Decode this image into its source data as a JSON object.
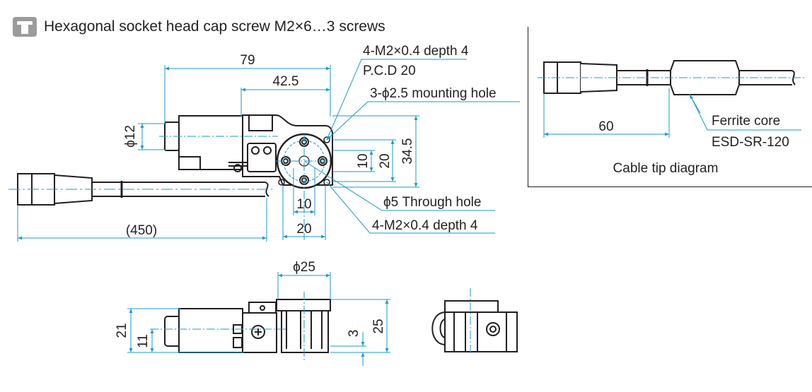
{
  "note": {
    "icon": "hex-socket-screw-icon",
    "text": "Hexagonal socket head cap screw M2×6…3 screws"
  },
  "top_view": {
    "dims": {
      "overall_length": "79",
      "body_length": "42.5",
      "connector_dia": "ϕ12",
      "bolt_spacing_v_inner": "10",
      "bolt_spacing_v_outer": "20",
      "height": "34.5",
      "bolt_spacing_h_inner": "10",
      "bolt_spacing_h_outer": "20",
      "cable_length": "(450)"
    },
    "callouts": {
      "tapped_holes_top": "4-M2×0.4 depth 4",
      "pcd": "P.C.D 20",
      "mounting_holes": "3-ϕ2.5 mounting hole",
      "through_hole": "ϕ5 Through hole",
      "tapped_holes_bottom": "4-M2×0.4 depth 4"
    }
  },
  "side_view": {
    "dims": {
      "flange_dia": "ϕ25",
      "body_height": "21",
      "axis_height": "11",
      "base_offset": "3",
      "total_height": "25"
    }
  },
  "cable_tip": {
    "caption": "Cable tip diagram",
    "length": "60",
    "ferrite_label": "Ferrite core",
    "ferrite_model": "ESD-SR-120"
  },
  "colors": {
    "line": "#231f20",
    "dimension": "#1a9ad6"
  }
}
